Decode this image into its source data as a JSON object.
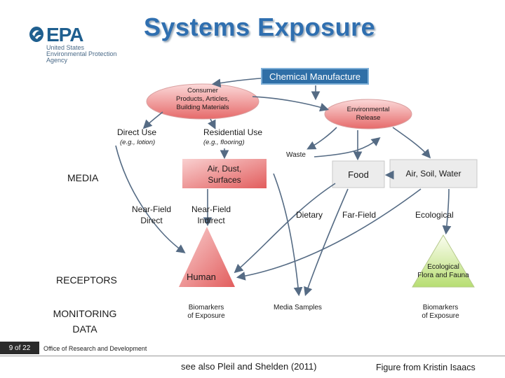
{
  "header": {
    "title": "Systems Exposure",
    "logo_word": "EPA",
    "logo_sub": [
      "United States",
      "Environmental Protection",
      "Agency"
    ]
  },
  "nodes": {
    "chemical_manufacture": "Chemical Manufacture",
    "consumer_products": [
      "Consumer",
      "Products, Articles,",
      "Building Materials"
    ],
    "environmental_release": [
      "Environmental",
      "Release"
    ],
    "direct_use": "Direct Use",
    "direct_use_example": "(e.g., lotion)",
    "residential_use": "Residential Use",
    "residential_use_example": "(e.g., flooring)",
    "waste": "Waste",
    "air_dust_surfaces": [
      "Air, Dust,",
      "Surfaces"
    ],
    "food": "Food",
    "air_soil_water": "Air, Soil, Water",
    "near_field_direct": [
      "Near-Field",
      "Direct"
    ],
    "near_field_indirect": [
      "Near-Field",
      "Indirect"
    ],
    "dietary": "Dietary",
    "far_field": "Far-Field",
    "ecological": "Ecological",
    "human": "Human",
    "ecological_flora": [
      "Ecological",
      "Flora and Fauna"
    ],
    "biomarkers_left": [
      "Biomarkers",
      "of Exposure"
    ],
    "media_samples": "Media Samples",
    "biomarkers_right": [
      "Biomarkers",
      "of Exposure"
    ]
  },
  "row_labels": {
    "media": "MEDIA",
    "receptors": "RECEPTORS",
    "monitoring": [
      "MONITORING",
      "DATA"
    ]
  },
  "footer": {
    "page": "9 of 22",
    "office": "Office of Research and Development",
    "reference": "see also Pleil and Shelden (2011)",
    "credit": "Figure from Kristin Isaacs"
  },
  "colors": {
    "title": "#2f6fb0",
    "chem_box": "#2f6fa7",
    "pink_start": "#f4c2c2",
    "pink_end": "#e86a6a",
    "green_start": "#f6fbe6",
    "green_end": "#b9e07a",
    "arrow": "#556b84"
  }
}
